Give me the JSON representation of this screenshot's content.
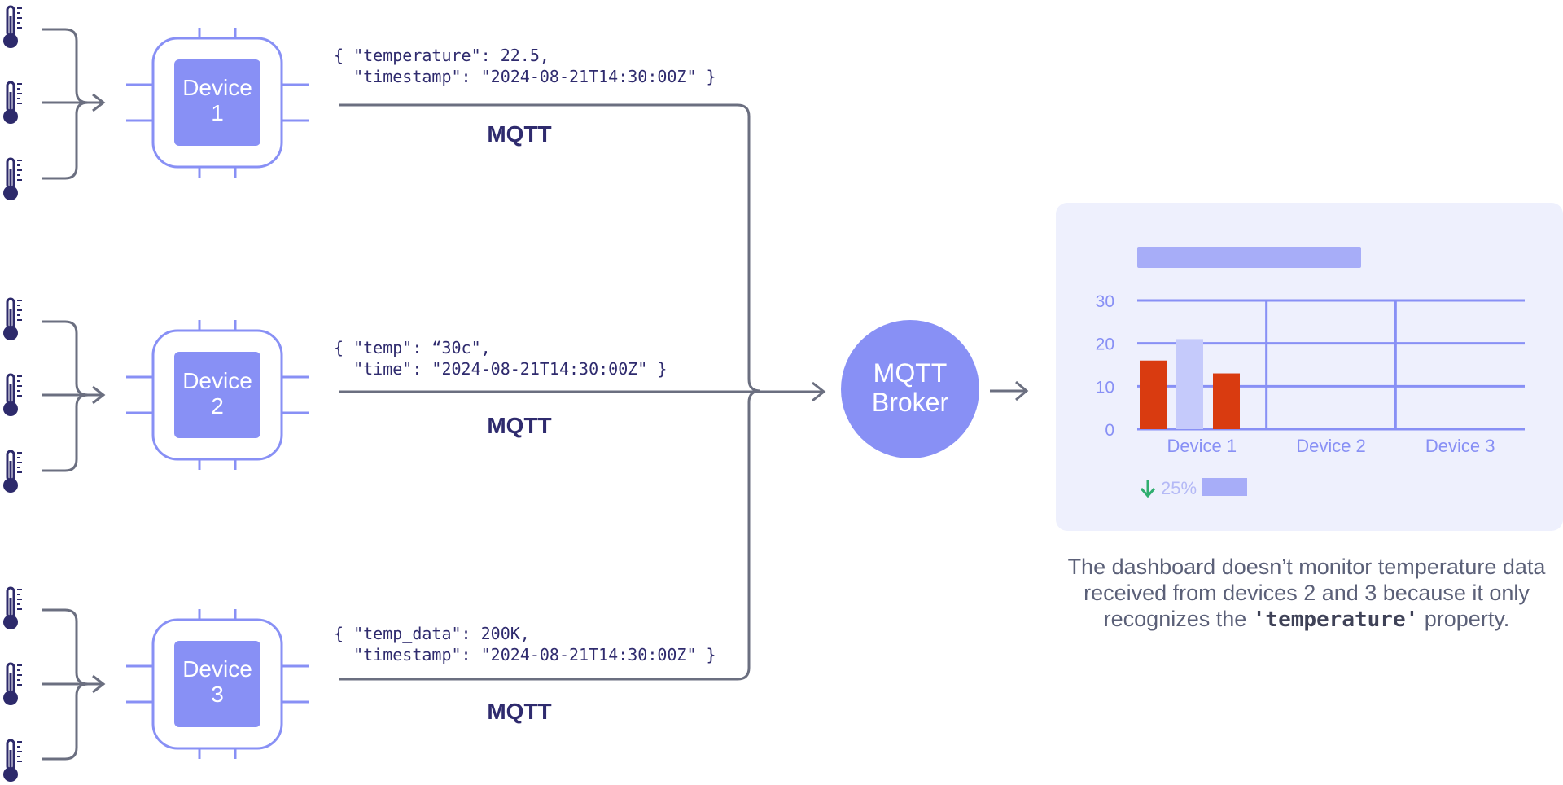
{
  "devices": [
    {
      "label_line1": "Device",
      "label_line2": "1",
      "payload_line1": "{ \"temperature\": 22.5,",
      "payload_line2": "  \"timestamp\": \"2024-08-21T14:30:00Z\" }",
      "protocol": "MQTT"
    },
    {
      "label_line1": "Device",
      "label_line2": "2",
      "payload_line1": "{ \"temp\": “30c\",",
      "payload_line2": "  \"time\": \"2024-08-21T14:30:00Z\" }",
      "protocol": "MQTT"
    },
    {
      "label_line1": "Device",
      "label_line2": "3",
      "payload_line1": "{ \"temp_data\": 200K,",
      "payload_line2": "  \"timestamp\": \"2024-08-21T14:30:00Z\" }",
      "protocol": "MQTT"
    }
  ],
  "broker": {
    "line1": "MQTT",
    "line2": "Broker"
  },
  "chart_data": {
    "type": "bar",
    "categories": [
      "Device 1",
      "Device 2",
      "Device 3"
    ],
    "yticks": [
      0,
      10,
      20,
      30
    ],
    "ylim": [
      0,
      30
    ],
    "bars": [
      {
        "category": "Device 1",
        "value": 16,
        "color": "#d93b10"
      },
      {
        "category": "Device 1",
        "value": 21,
        "color": "#c5cafb"
      },
      {
        "category": "Device 1",
        "value": 13,
        "color": "#d93b10"
      }
    ],
    "trend": {
      "text": "25%",
      "direction": "down",
      "color": "#2fae6f"
    },
    "grid": true
  },
  "caption": {
    "part1": "The dashboard doesn’t monitor temperature data received from devices 2 and 3 because it only recognizes the ",
    "code": "'temperature'",
    "part2": " property."
  },
  "colors": {
    "accent": "#8890f5",
    "accent_light": "#a7adf8",
    "dark_navy": "#2f2b6e",
    "line_gray": "#6b6f80",
    "thermometer": "#2d2a6b",
    "dashboard_bg": "#eef0fd",
    "bar_red": "#d93b10",
    "bar_light": "#c5cafb",
    "trend_green": "#2fae6f"
  },
  "icons": [
    "thermometer-icon",
    "chip-icon",
    "arrow-right-icon",
    "arrow-down-icon"
  ]
}
